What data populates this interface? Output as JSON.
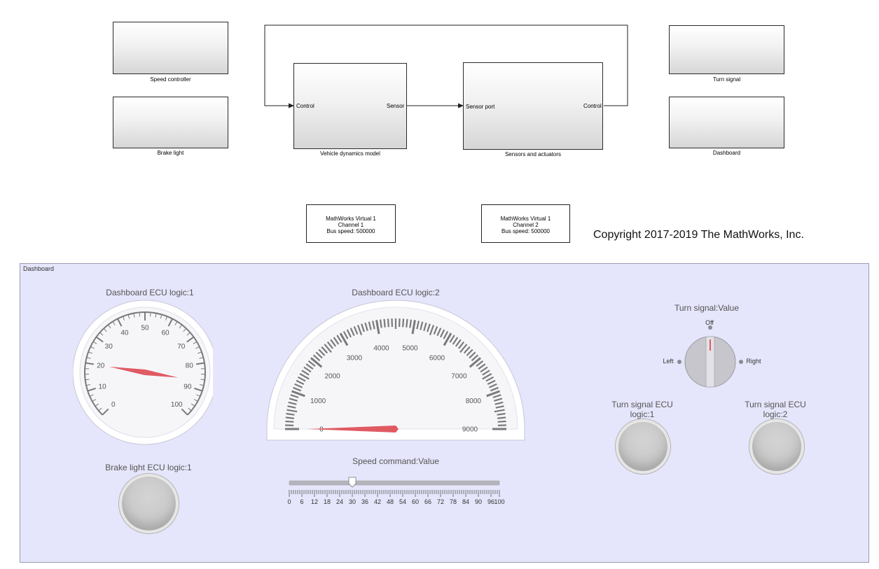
{
  "diagram": {
    "blocks": {
      "speed_controller": "Speed controller",
      "brake_light": "Brake light",
      "vehicle_dynamics": "Vehicle dynamics model",
      "sensors_actuators": "Sensors and actuators",
      "turn_signal": "Turn signal",
      "dashboard": "Dashboard"
    },
    "ports": {
      "vd_control": "Control",
      "vd_sensor": "Sensor",
      "sa_sensor_port": "Sensor port",
      "sa_control": "Control"
    },
    "can_blocks": [
      {
        "line1": "MathWorks Virtual 1",
        "line2": "Channel 1",
        "line3": "Bus speed: 500000"
      },
      {
        "line1": "MathWorks Virtual 1",
        "line2": "Channel 2",
        "line3": "Bus speed: 500000"
      }
    ],
    "copyright": "Copyright 2017-2019 The MathWorks, Inc."
  },
  "dashboard_panel": {
    "title": "Dashboard",
    "speed_gauge": {
      "title": "Dashboard ECU logic:1",
      "min": 0,
      "max": 100,
      "tick_labels": [
        "0",
        "10",
        "20",
        "30",
        "40",
        "50",
        "60",
        "70",
        "80",
        "90",
        "100"
      ],
      "value": 20
    },
    "rpm_gauge": {
      "title": "Dashboard ECU logic:2",
      "min": 0,
      "max": 9000,
      "tick_labels": [
        "0",
        "1000",
        "2000",
        "3000",
        "4000",
        "5000",
        "6000",
        "7000",
        "8000",
        "9000"
      ],
      "value": 0
    },
    "speed_command": {
      "title": "Speed command:Value",
      "min": 0,
      "max": 100,
      "tick_labels": [
        "0",
        "6",
        "12",
        "18",
        "24",
        "30",
        "36",
        "42",
        "48",
        "54",
        "60",
        "66",
        "72",
        "78",
        "84",
        "90",
        "96",
        "100"
      ],
      "value": 30
    },
    "brake_lamp": {
      "title": "Brake light ECU logic:1"
    },
    "turn_knob": {
      "title": "Turn signal:Value",
      "off_label": "Off",
      "left_label": "Left",
      "right_label": "Right",
      "selected": "Off"
    },
    "turn_lamp_1": {
      "title_line1": "Turn signal ECU",
      "title_line2": "logic:1"
    },
    "turn_lamp_2": {
      "title_line1": "Turn signal ECU",
      "title_line2": "logic:2"
    }
  },
  "colors": {
    "needle": "#e05a62",
    "panel_bg": "#e5e5fb",
    "scale": "#7a7a7a"
  }
}
